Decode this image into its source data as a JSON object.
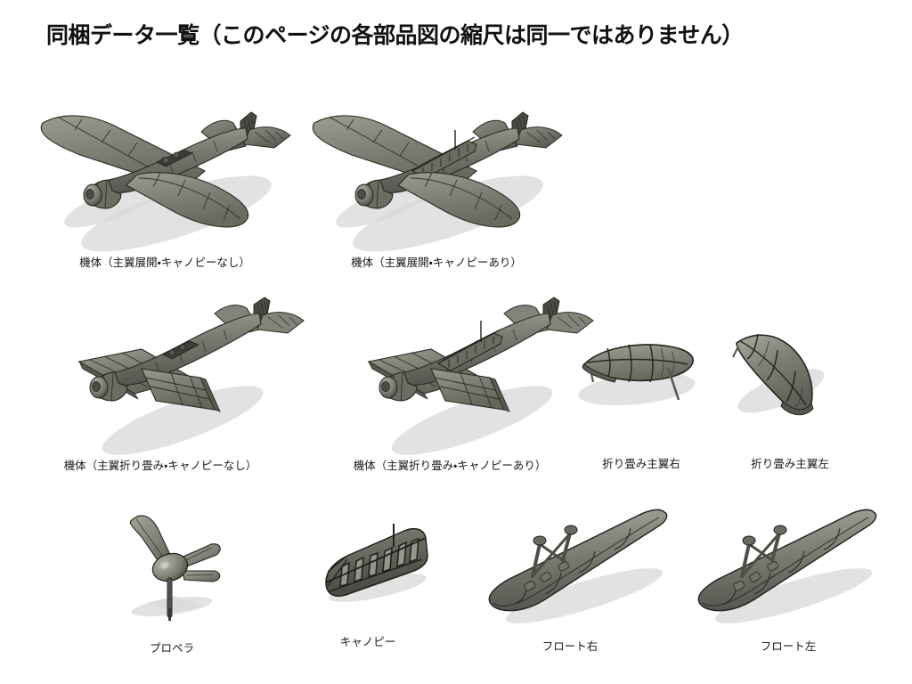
{
  "page": {
    "title": "同梱データ一覧（このページの各部品図の縮尺は同一ではありません）",
    "background_color": "#ffffff",
    "text_color": "#1a1a1a"
  },
  "palette": {
    "model_light": "#9a998e",
    "model_mid": "#7d7c72",
    "model_dark": "#5c5b53",
    "model_darkest": "#3e3d38",
    "outline": "#2a2a26",
    "shadow": "#d9d9d9"
  },
  "rows": [
    {
      "row_name": "row-fuselage-wings-spread",
      "parts": [
        {
          "name": "airframe-wings-spread-no-canopy",
          "caption": "機体（主翼展開・キャノピーなし）",
          "icon": "aircraft-3d-render"
        },
        {
          "name": "airframe-wings-spread-with-canopy",
          "caption": "機体（主翼展開・キャノピーあり）",
          "icon": "aircraft-3d-render"
        }
      ]
    },
    {
      "row_name": "row-fuselage-wings-folded",
      "parts": [
        {
          "name": "airframe-wings-folded-no-canopy",
          "caption": "機体（主翼折り畳み・キャノピーなし）",
          "icon": "aircraft-folded-3d-render"
        },
        {
          "name": "airframe-wings-folded-with-canopy",
          "caption": "機体（主翼折り畳み・キャノピーあり）",
          "icon": "aircraft-folded-3d-render"
        },
        {
          "name": "folded-wing-right",
          "caption": "折り畳み主翼右",
          "icon": "wing-panel-3d-render"
        },
        {
          "name": "folded-wing-left",
          "caption": "折り畳み主翼左",
          "icon": "wing-panel-3d-render"
        }
      ]
    },
    {
      "row_name": "row-small-parts",
      "parts": [
        {
          "name": "propeller",
          "caption": "プロペラ",
          "icon": "propeller-3d-render"
        },
        {
          "name": "canopy",
          "caption": "キャノピー",
          "icon": "canopy-frame-3d-render"
        },
        {
          "name": "float-right",
          "caption": "フロート右",
          "icon": "float-pontoon-3d-render"
        },
        {
          "name": "float-left",
          "caption": "フロート左",
          "icon": "float-pontoon-3d-render"
        }
      ]
    }
  ]
}
